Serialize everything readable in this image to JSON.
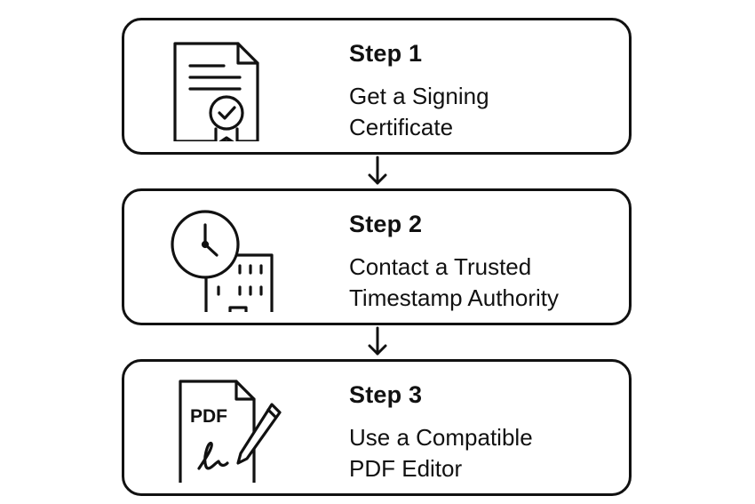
{
  "steps": [
    {
      "title": "Step 1",
      "description_lines": [
        "Get a Signing",
        "Certificate"
      ],
      "icon": "certificate-document-icon"
    },
    {
      "title": "Step 2",
      "description_lines": [
        "Contact a Trusted",
        "Timestamp Authority"
      ],
      "icon": "clock-building-icon"
    },
    {
      "title": "Step 3",
      "description_lines": [
        "Use a Compatible",
        "PDF Editor"
      ],
      "icon": "pdf-signature-pen-icon",
      "icon_label": "PDF"
    }
  ],
  "colors": {
    "stroke": "#111111",
    "background": "#ffffff"
  }
}
